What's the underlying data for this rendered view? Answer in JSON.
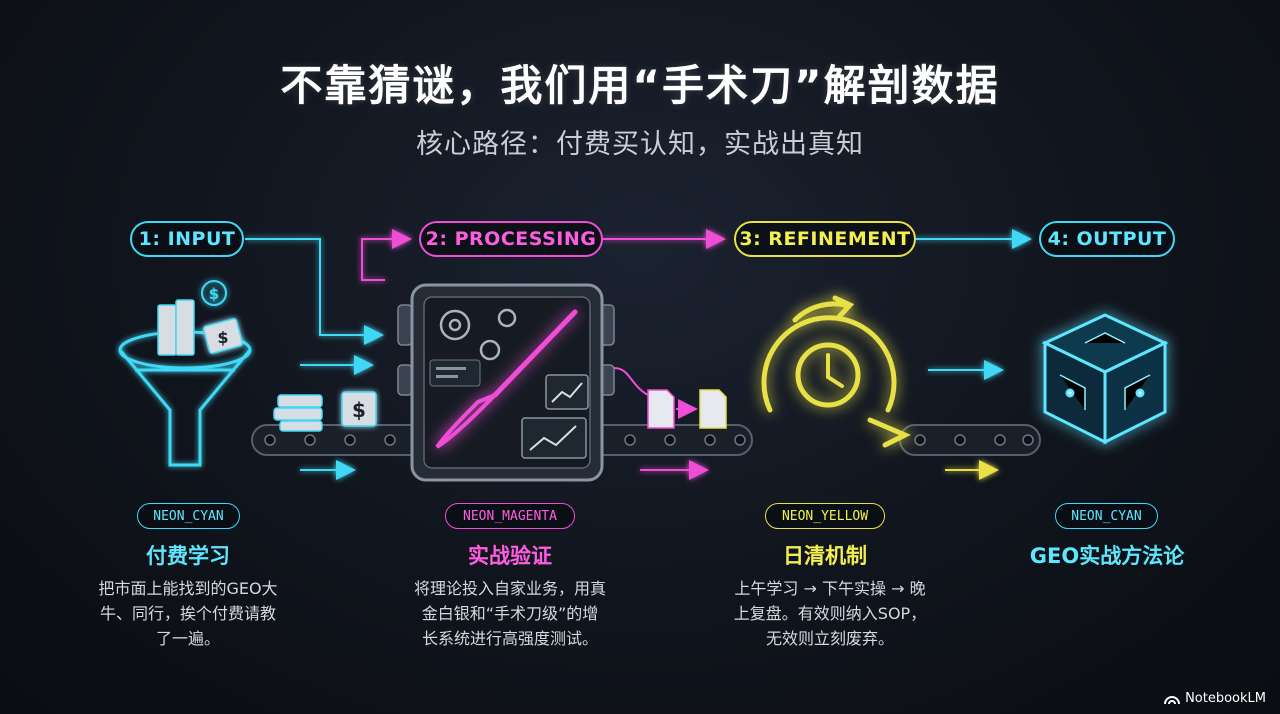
{
  "title": "不靠猜谜，我们用“手术刀”解剖数据",
  "subtitle": "核心路径：付费买认知，实战出真知",
  "stages": [
    {
      "label": "1: INPUT",
      "tag": "NEON_CYAN",
      "heading": "付费学习",
      "desc": [
        "把市面上能找到的GEO大",
        "牛、同行，挨个付费请教",
        "了一遍。"
      ]
    },
    {
      "label": "2: PROCESSING",
      "tag": "NEON_MAGENTA",
      "heading": "实战验证",
      "desc": [
        "将理论投入自家业务，用真",
        "金白银和“手术刀级”的增",
        "长系统进行高强度测试。"
      ]
    },
    {
      "label": "3: REFINEMENT",
      "tag": "NEON_YELLOW",
      "heading": "日清机制",
      "desc": [
        "上午学习 → 下午实操 → 晚",
        "上复盘。有效则纳入SOP，",
        "无效则立刻废弃。"
      ]
    },
    {
      "label": "4: OUTPUT",
      "tag": "NEON_CYAN",
      "heading": "GEO实战方法论",
      "desc": []
    }
  ],
  "colors": {
    "cyan": "#3fd8f5",
    "magenta": "#f04dd6",
    "yellow": "#e7e046"
  },
  "icons": [
    "funnel-icon",
    "dollar-coin-icon",
    "books-icon",
    "conveyor-belt-icon",
    "machine-icon",
    "gear-icon",
    "scalpel-icon",
    "chart-icon",
    "document-icon",
    "clock-cycle-icon",
    "cube-icon"
  ],
  "brand": "NotebookLM"
}
